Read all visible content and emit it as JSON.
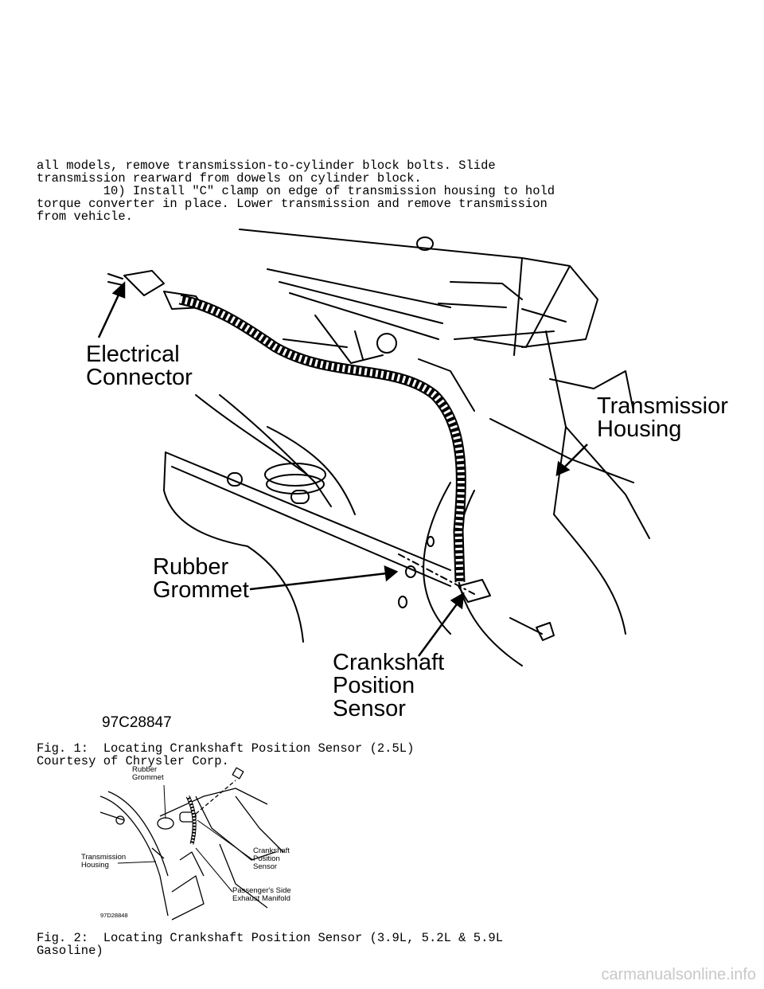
{
  "body_text": {
    "lines": [
      "all models, remove transmission-to-cylinder block bolts. Slide",
      "transmission rearward from dowels on cylinder block.",
      "         10) Install \"C\" clamp on edge of transmission housing to hold",
      "torque converter in place. Lower transmission and remove transmission",
      "from vehicle."
    ]
  },
  "figure1": {
    "labels": {
      "electrical_connector": "Electrical\nConnector",
      "transmission_housing": "Transmissior\nHousing",
      "rubber_grommet": "Rubber\nGrommet",
      "crankshaft_position_sensor": "Crankshaft\nPosition\nSensor",
      "figure_code": "97C28847"
    },
    "caption": [
      "Fig. 1:  Locating Crankshaft Position Sensor (2.5L)",
      "Courtesy of Chrysler Corp."
    ]
  },
  "figure2": {
    "labels": {
      "rubber_grommet": "Rubber\nGrommet",
      "transmission_housing": "Transmission\nHousing",
      "crankshaft_position_sensor": "Crankshaft\nPosition\nSensor",
      "exhaust_manifold": "Passenger's Side\nExhaust Manifold",
      "figure_code": "97D28848"
    },
    "caption": [
      "Fig. 2:  Locating Crankshaft Position Sensor (3.9L, 5.2L & 5.9L",
      "Gasoline)"
    ]
  },
  "footer": {
    "watermark": "carmanualsonline.info"
  }
}
